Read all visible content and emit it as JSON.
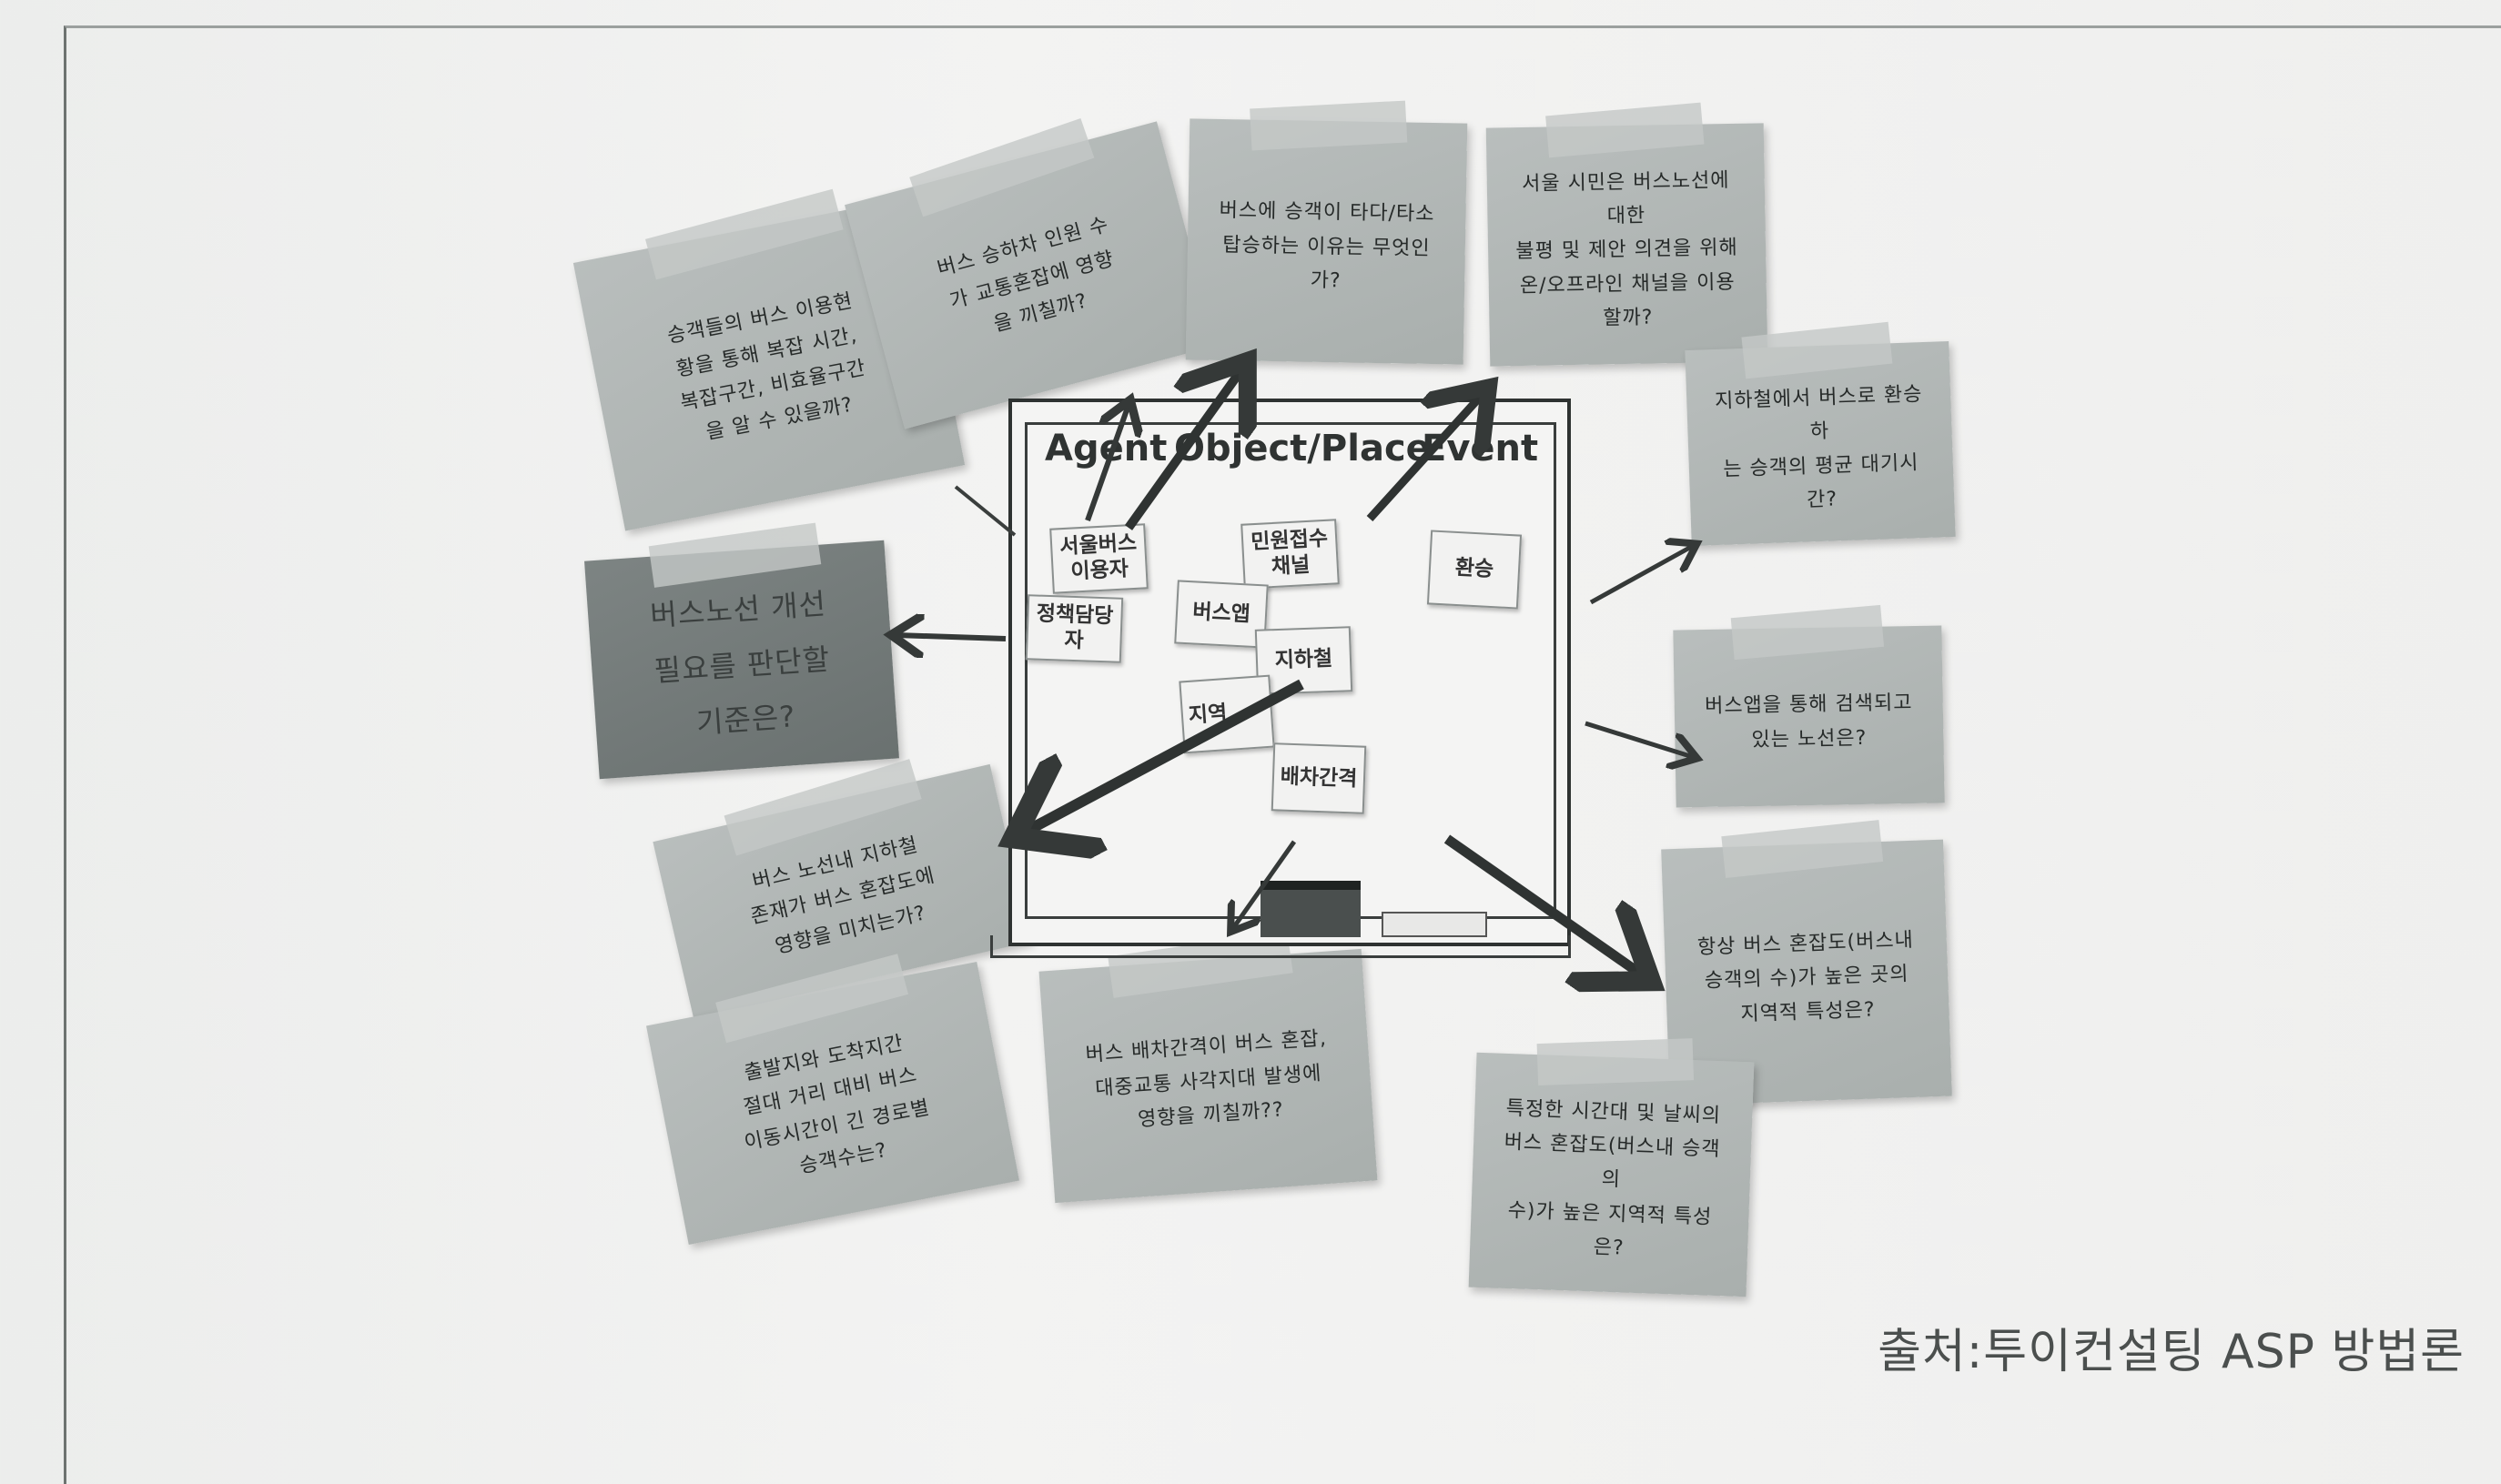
{
  "board": {
    "headers": [
      "Agent",
      "Object/Place",
      "Event"
    ],
    "tags": {
      "seoul_bus_user": "서울버스\n이용자",
      "policy_officer": "정책담당\n자",
      "complaint_channel": "민원접수\n채널",
      "bus_app": "버스앱",
      "subway": "지하철",
      "area": "지역",
      "dispatch_interval": "배차간격",
      "transfer": "환승"
    }
  },
  "notes": {
    "passenger_path": "승객들의 버스 이용현\n황을 통해 복잡 시간,\n복잡구간, 비효율구간\n을 알 수 있을까?",
    "boarding_count": "버스 승하차 인원 수\n가 교통혼잡에 영향\n을 끼칠까?",
    "boarding_reason": "버스에 승객이 타다/타소\n탑승하는 이유는 무엇인가?",
    "citizen_channel": "서울 시민은 버스노선에 대한\n불평 및 제안 의견을 위해\n온/오프라인 채널을 이용할까?",
    "transfer_wait": "지하철에서 버스로 환승하\n는 승객의 평균 대기시간?",
    "route_criteria": "버스노선 개선\n필요를 판단할\n기준은?",
    "app_search": "버스앱을 통해 검색되고\n있는 노선은?",
    "subway_presence": "버스 노선내 지하철\n존재가 버스 혼잡도에\n영향을 미치는가?",
    "always_congested": "항상 버스 혼잡도(버스내\n승객의 수)가 높은 곳의\n지역적 특성은?",
    "distance_vs_time": "출발지와 도착지간\n절대 거리 대비 버스\n이동시간이 긴 경로별\n승객수는?",
    "interval_congestion": "버스 배차간격이 버스 혼잡,\n대중교통 사각지대 발생에\n영향을 끼칠까??",
    "time_weather": "특정한 시간대 및 날씨의\n버스 혼잡도(버스내 승객의\n수)가 높은 지역적 특성은?"
  },
  "caption": "출처:투이컨설팅 ASP 방법론"
}
